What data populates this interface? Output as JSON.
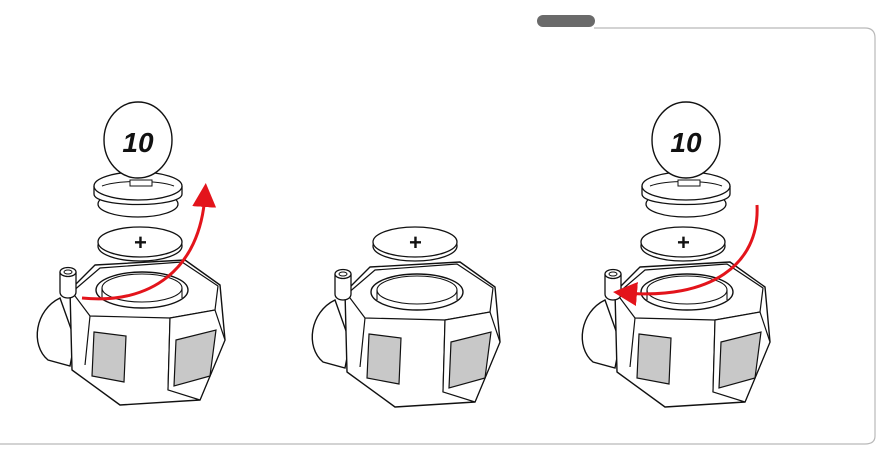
{
  "colors": {
    "frame": "#b9b9b9",
    "tab": "#6a6a6a",
    "stroke": "#111111",
    "arrow": "#e3141b",
    "lens": "#c8c8c8"
  },
  "steps": [
    {
      "cover_label": "10",
      "battery_symbol": "+",
      "arrow": "remove"
    },
    {
      "cover_label": "",
      "battery_symbol": "+",
      "arrow": "none"
    },
    {
      "cover_label": "10",
      "battery_symbol": "+",
      "arrow": "insert"
    }
  ],
  "icons": [
    "cover-disc-icon",
    "battery-icon",
    "device-body-icon",
    "arrow-icon"
  ]
}
